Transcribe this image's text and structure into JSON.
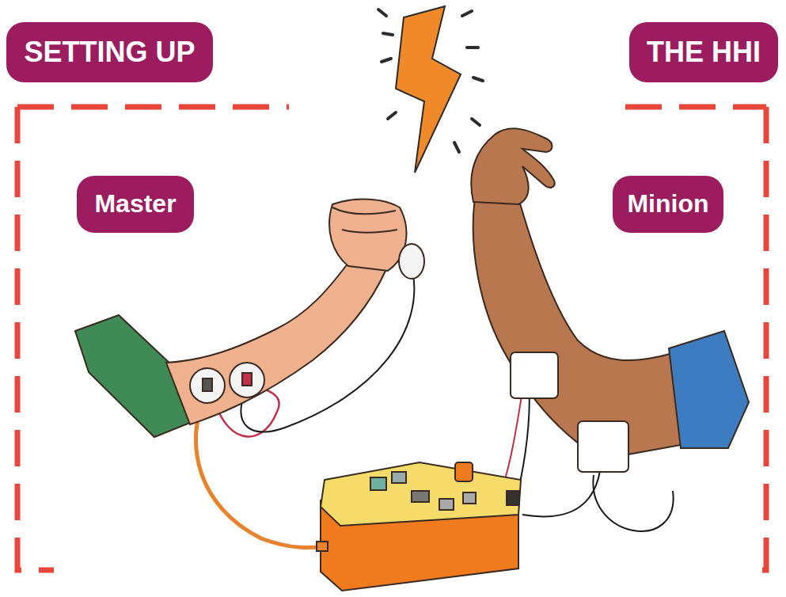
{
  "diagram": {
    "nodes": [
      {
        "text": [
          "SETTING UP"
        ]
      },
      {
        "text": [
          "THE HHI"
        ]
      },
      {
        "text": [
          "Master"
        ]
      },
      {
        "text": [
          "Minion"
        ]
      }
    ]
  }
}
